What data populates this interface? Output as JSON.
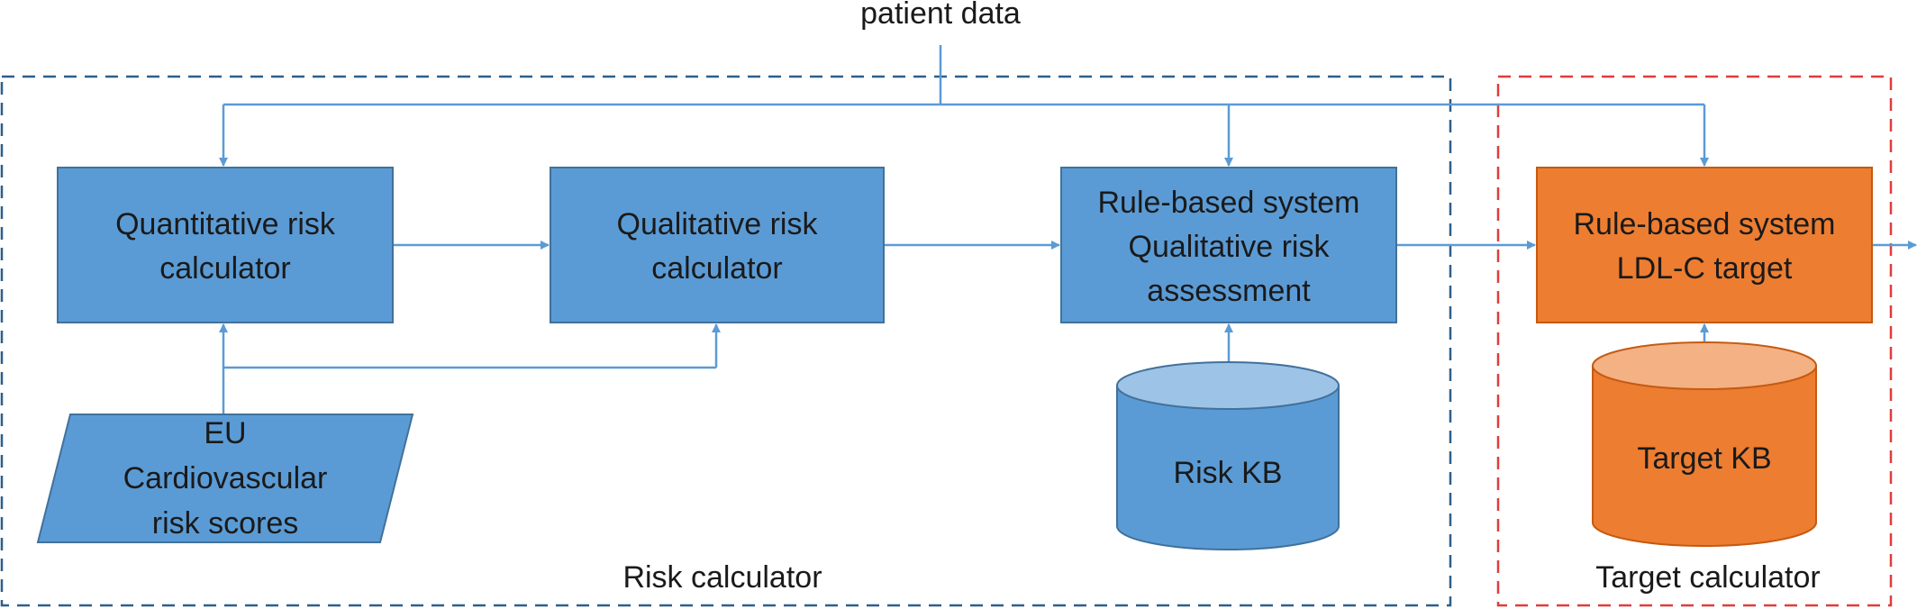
{
  "title": "patient data",
  "groups": {
    "risk": {
      "label": "Risk calculator",
      "border_color": "#2e5f8a"
    },
    "target": {
      "label": "Target calculator",
      "border_color": "#e03c3c"
    }
  },
  "nodes": {
    "quantitative": {
      "lines": [
        "Quantitative risk",
        "calculator"
      ],
      "color": "#5b9bd5"
    },
    "qualitative": {
      "lines": [
        "Qualitative risk",
        "calculator"
      ],
      "color": "#5b9bd5"
    },
    "rule_risk": {
      "lines": [
        "Rule-based system",
        "Qualitative risk",
        "assessment"
      ],
      "color": "#5b9bd5"
    },
    "rule_target": {
      "lines": [
        "Rule-based system",
        "LDL-C target"
      ],
      "color": "#ed7d31"
    },
    "eu_scores": {
      "lines": [
        "EU",
        "Cardiovascular",
        "risk scores"
      ],
      "color": "#5b9bd5"
    },
    "risk_kb": {
      "label": "Risk KB",
      "color": "#5b9bd5",
      "top_color": "#9dc3e6"
    },
    "target_kb": {
      "label": "Target KB",
      "color": "#ed7d31",
      "top_color": "#f4b183"
    }
  },
  "colors": {
    "arrow": "#5b9bd5",
    "box_stroke": "#41719c",
    "orange_stroke": "#c55a11"
  }
}
